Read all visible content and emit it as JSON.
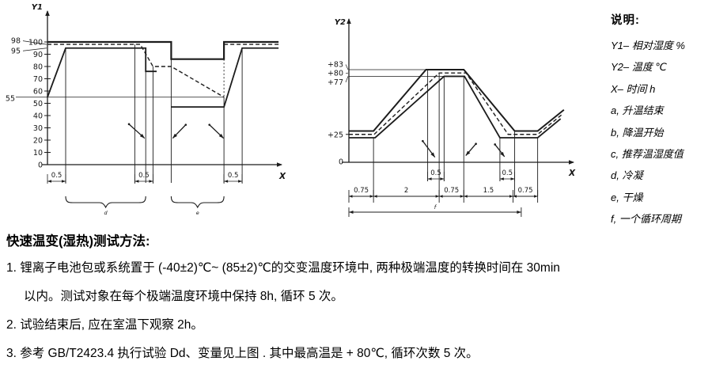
{
  "legend": {
    "title": "说明:",
    "items": [
      "Y1– 相对湿度 %",
      "Y2– 温度 ℃",
      "X– 时间 h",
      "a, 升温结束",
      "b, 降温开始",
      "c, 推荐温湿度值",
      "d, 冷凝",
      "e, 干燥",
      "f, 一个循环周期"
    ]
  },
  "method": {
    "title": "快速温变(湿热)测试方法:",
    "lines": [
      "1. 锂离子电池包或系统置于 (-40±2)℃~ (85±2)℃的交变温度环境中, 两种极端温度的转换时间在 30min",
      "以内。测试对象在每个极端温度环境中保持 8h, 循环 5 次。",
      "2. 试验结束后, 应在室温下观察 2h。",
      "3. 参考 GB/T2423.4 执行试验 Dd、变量见上图 . 其中最高温是 + 80℃, 循环次数 5 次。"
    ]
  },
  "chart_data": [
    {
      "id": "humidity",
      "type": "line",
      "y_axis": "Y1",
      "x_axis": "X",
      "y_unit": "相对湿度 %",
      "x_unit": "时间 h",
      "y_ticks": [
        100,
        90,
        80,
        70,
        60,
        50,
        40,
        30,
        20,
        10,
        0
      ],
      "side_labels": [
        {
          "text": "98",
          "y": 98,
          "dy": -5,
          "ax": 26,
          "leader": true
        },
        {
          "text": "95",
          "y": 95,
          "dy": 3,
          "ax": 26,
          "leader": true
        },
        {
          "text": "55",
          "y": 55,
          "dy": 1,
          "ax": 19
        }
      ],
      "series": [
        {
          "name": "upper-limit",
          "style": "solid",
          "width": 2.2,
          "points": [
            [
              0,
              100
            ],
            [
              3.4,
              100
            ],
            [
              3.4,
              86
            ],
            [
              4.85,
              86
            ],
            [
              4.85,
              100
            ],
            [
              6.35,
              100
            ]
          ]
        },
        {
          "name": "recommended",
          "style": "dashed",
          "width": 1.4,
          "points": [
            [
              0,
              98
            ],
            [
              2.55,
              98
            ],
            [
              2.9,
              80
            ],
            [
              3.4,
              80
            ],
            [
              4.85,
              55
            ]
          ]
        },
        {
          "name": "recommended-return",
          "style": "dashed",
          "width": 1.4,
          "points": [
            [
              4.85,
              98
            ],
            [
              6.35,
              98
            ]
          ]
        },
        {
          "name": "lower-limit",
          "style": "solid",
          "width": 1.8,
          "points": [
            [
              0,
              55
            ],
            [
              0.5,
              95
            ],
            [
              2.7,
              95
            ],
            [
              2.7,
              76
            ],
            [
              3.0,
              76
            ]
          ]
        },
        {
          "name": "lower-limit-dry",
          "style": "solid",
          "width": 1.8,
          "points": [
            [
              3.4,
              47
            ],
            [
              4.85,
              47
            ],
            [
              5.35,
              95
            ],
            [
              6.35,
              95
            ]
          ]
        }
      ],
      "ref_lines": [
        {
          "y": 55,
          "x1": -0.87,
          "x2": 4.85
        }
      ],
      "droplines": [
        {
          "x": 0.5,
          "from": 95
        },
        {
          "x": 2.4,
          "from": 98
        },
        {
          "x": 2.7,
          "from": 95
        },
        {
          "x": 2.9,
          "from": 80
        },
        {
          "x": 3.4,
          "from": 86
        },
        {
          "x": 4.85,
          "from": 55
        },
        {
          "x": 5.35,
          "from": 95
        }
      ],
      "dotted_verticals": [
        {
          "x": 4.85,
          "y1": 86,
          "y2": 55
        }
      ],
      "dims": [
        {
          "label": "0.5",
          "x1": 0,
          "x2": 0.5
        },
        {
          "label": "0.5",
          "x1": 2.4,
          "x2": 2.9
        },
        {
          "label": "0.5",
          "x1": 4.85,
          "x2": 5.35
        }
      ],
      "braces": [
        {
          "label": "d",
          "x1": 0.5,
          "x2": 2.7
        },
        {
          "label": "e",
          "x1": 3.4,
          "x2": 4.85
        }
      ],
      "arrows": [
        {
          "x1": 2.24,
          "y1": 33,
          "x2": 2.67,
          "y2": 21.5
        },
        {
          "x1": 3.8,
          "y1": 32.5,
          "x2": 3.44,
          "y2": 21.5
        },
        {
          "x1": 4.45,
          "y1": 32.5,
          "x2": 4.84,
          "y2": 21.5
        }
      ]
    },
    {
      "id": "temperature",
      "type": "line",
      "y_axis": "Y2",
      "x_axis": "X",
      "y_unit": "温度 ℃",
      "x_unit": "时间 h",
      "y_ticks": [],
      "side_labels": [
        {
          "text": "+83",
          "y": 83,
          "dy": -7,
          "leader": true
        },
        {
          "text": "+80",
          "y": 80,
          "dy": 0,
          "leader": true
        },
        {
          "text": "+77",
          "y": 77,
          "dy": 7,
          "leader": true
        },
        {
          "text": "+25",
          "y": 25,
          "dy": 0,
          "tick": true
        },
        {
          "text": "0",
          "y": 0,
          "dy": -1,
          "tick": true
        }
      ],
      "series": [
        {
          "name": "upper-limit",
          "style": "solid",
          "width": 2,
          "points": [
            [
              0,
              28
            ],
            [
              0.75,
              28
            ],
            [
              2.35,
              83
            ],
            [
              3.5,
              83
            ],
            [
              5.05,
              28
            ],
            [
              5.75,
              28
            ],
            [
              6.55,
              47
            ]
          ]
        },
        {
          "name": "recommended",
          "style": "dashed",
          "width": 1.4,
          "points": [
            [
              0,
              25
            ],
            [
              0.77,
              25
            ],
            [
              2.75,
              80
            ],
            [
              3.57,
              80
            ],
            [
              4.85,
              25
            ],
            [
              5.75,
              25
            ],
            [
              6.5,
              43
            ]
          ]
        },
        {
          "name": "lower-limit",
          "style": "solid",
          "width": 1.8,
          "points": [
            [
              0,
              22
            ],
            [
              0.8,
              22
            ],
            [
              2.9,
              77
            ],
            [
              3.52,
              77
            ],
            [
              4.6,
              22
            ],
            [
              5.75,
              22
            ],
            [
              6.45,
              39
            ]
          ]
        }
      ],
      "ref_lines": [
        {
          "y": 83,
          "x1": 0,
          "x2": 2.35
        },
        {
          "y": 77,
          "x1": 0,
          "x2": 2.9
        }
      ],
      "droplines": [
        {
          "x": 0.75,
          "from": 22
        },
        {
          "x": 2.75,
          "from": 80
        },
        {
          "x": 3.5,
          "from": 77
        },
        {
          "x": 5.05,
          "from": 28
        },
        {
          "x": 5.75,
          "from": 22
        },
        {
          "x": 2.4,
          "from": 83,
          "short": true
        },
        {
          "x": 2.9,
          "from": 77,
          "short": true
        },
        {
          "x": 4.6,
          "from": 22,
          "short": true
        }
      ],
      "dims": [
        {
          "label": "0.5",
          "x1": 2.4,
          "x2": 2.9
        },
        {
          "label": "0.5",
          "x1": 4.6,
          "x2": 5.05
        }
      ],
      "dim_row": {
        "boundaries": [
          0,
          0.75,
          2.75,
          3.5,
          5.0,
          5.75
        ],
        "labels": [
          "0.75",
          "2",
          "0.75",
          "1.5",
          "0.75"
        ]
      },
      "cycle_dim": {
        "label": "f",
        "x1": 0,
        "x2": 5.25
      },
      "arrows": [
        {
          "x1": 2.25,
          "y1": 19,
          "x2": 2.62,
          "y2": 4.5
        },
        {
          "x1": 3.87,
          "y1": 16.5,
          "x2": 3.56,
          "y2": 6
        },
        {
          "x1": 4.45,
          "y1": 16,
          "x2": 4.74,
          "y2": 5
        }
      ]
    }
  ]
}
